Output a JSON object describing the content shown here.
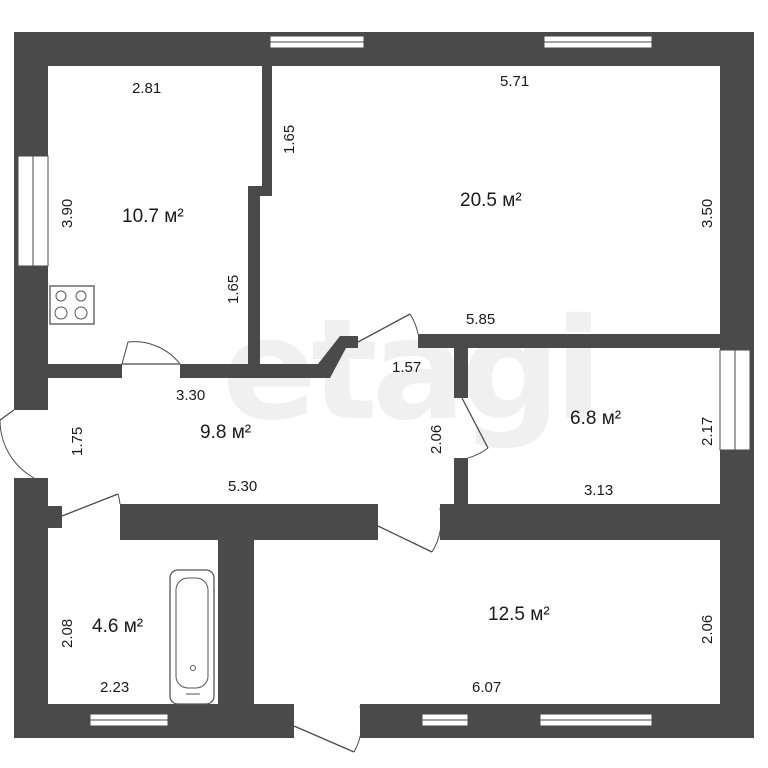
{
  "watermark": "etagi",
  "rooms": [
    {
      "id": "kitchen",
      "area": "10.7 м²"
    },
    {
      "id": "living",
      "area": "20.5 м²"
    },
    {
      "id": "hall",
      "area": "9.8 м²"
    },
    {
      "id": "small-room",
      "area": "6.8 м²"
    },
    {
      "id": "bathroom",
      "area": "4.6 м²"
    },
    {
      "id": "bedroom",
      "area": "12.5 м²"
    }
  ],
  "dimensions": {
    "kitchen_top": "2.81",
    "kitchen_left": "3.90",
    "kitchen_right_lower": "1.65",
    "living_left_upper": "1.65",
    "living_top": "5.71",
    "living_right": "3.50",
    "living_bottom": "5.85",
    "hall_top": "3.30",
    "hall_mid": "1.57",
    "hall_left": "1.75",
    "hall_bottom": "5.30",
    "hall_right": "2.06",
    "small_right": "2.17",
    "small_bottom": "3.13",
    "bath_left": "2.08",
    "bath_bottom": "2.23",
    "bedroom_right": "2.06",
    "bedroom_bottom": "6.07"
  },
  "icons": {
    "stove": "stove-icon",
    "bathtub": "bathtub-icon"
  }
}
